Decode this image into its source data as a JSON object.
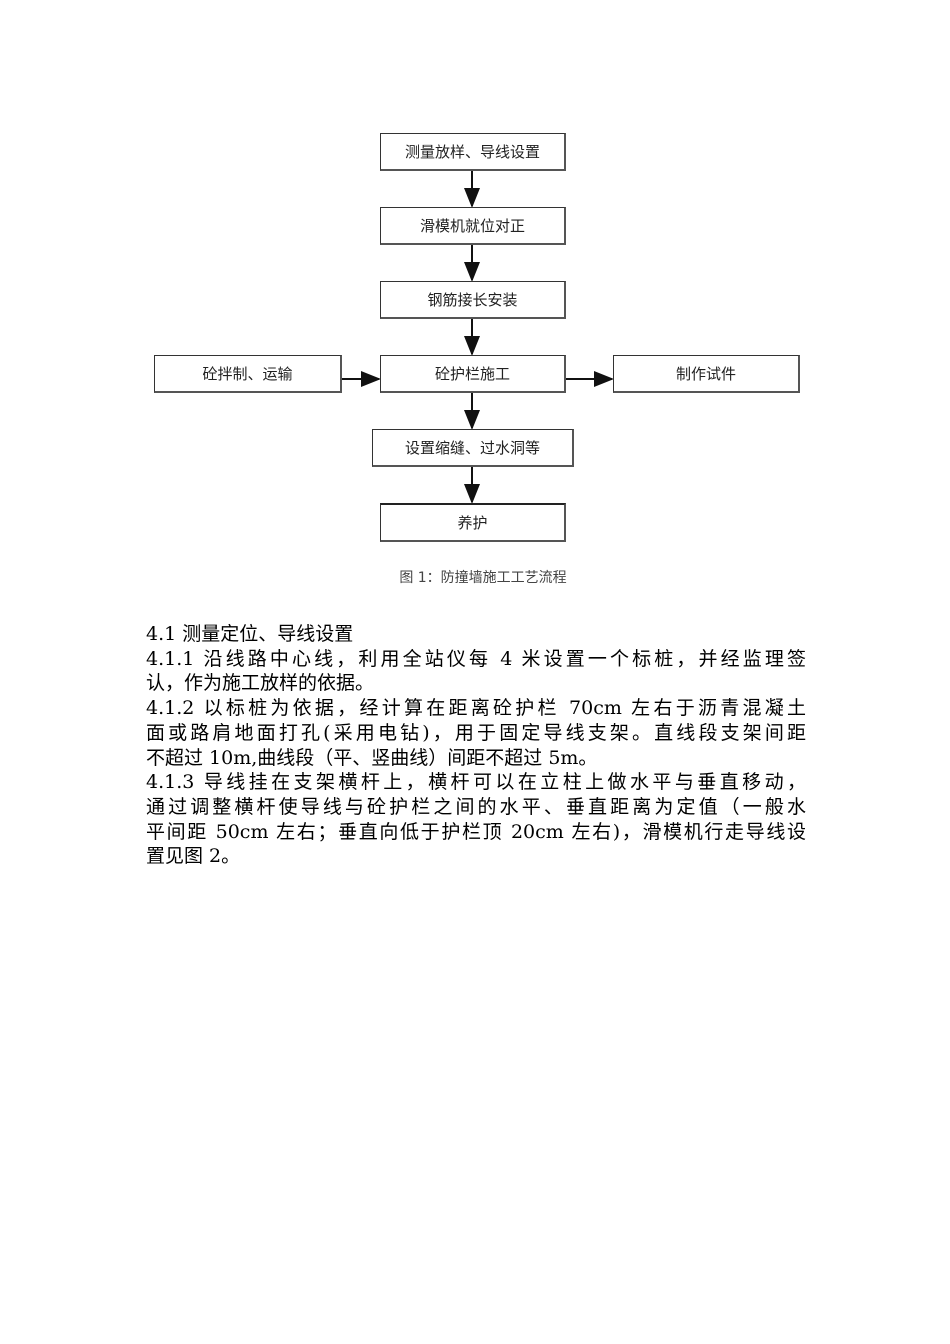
{
  "flowchart": {
    "steps": [
      "测量放样、导线设置",
      "滑模机就位对正",
      "钢筋接长安装",
      "砼护栏施工",
      "设置缩缝、过水洞等",
      "养护"
    ],
    "input": "砼拌制、运输",
    "output": "制作试件",
    "caption": "图 1：防撞墙施工工艺流程"
  },
  "body": {
    "lines": [
      "4.1 测量定位、导线设置",
      "4.1.1 沿线路中心线，利用全站仪每 4 米设置一个标桩，并经监理签",
      "认，作为施工放样的依据。",
      "4.1.2 以标桩为依据，经计算在距离砼护栏 70cm 左右于沥青混凝土",
      "面或路肩地面打孔(采用电钻)，用于固定导线支架。直线段支架间距",
      "不超过 10m,曲线段（平、竖曲线）间距不超过 5m。",
      "4.1.3 导线挂在支架横杆上，横杆可以在立柱上做水平与垂直移动，",
      "通过调整横杆使导线与砼护栏之间的水平、垂直距离为定值（一般水",
      "平间距 50cm 左右；垂直向低于护栏顶 20cm 左右)，滑模机行走导线设",
      "置见图 2。"
    ]
  }
}
